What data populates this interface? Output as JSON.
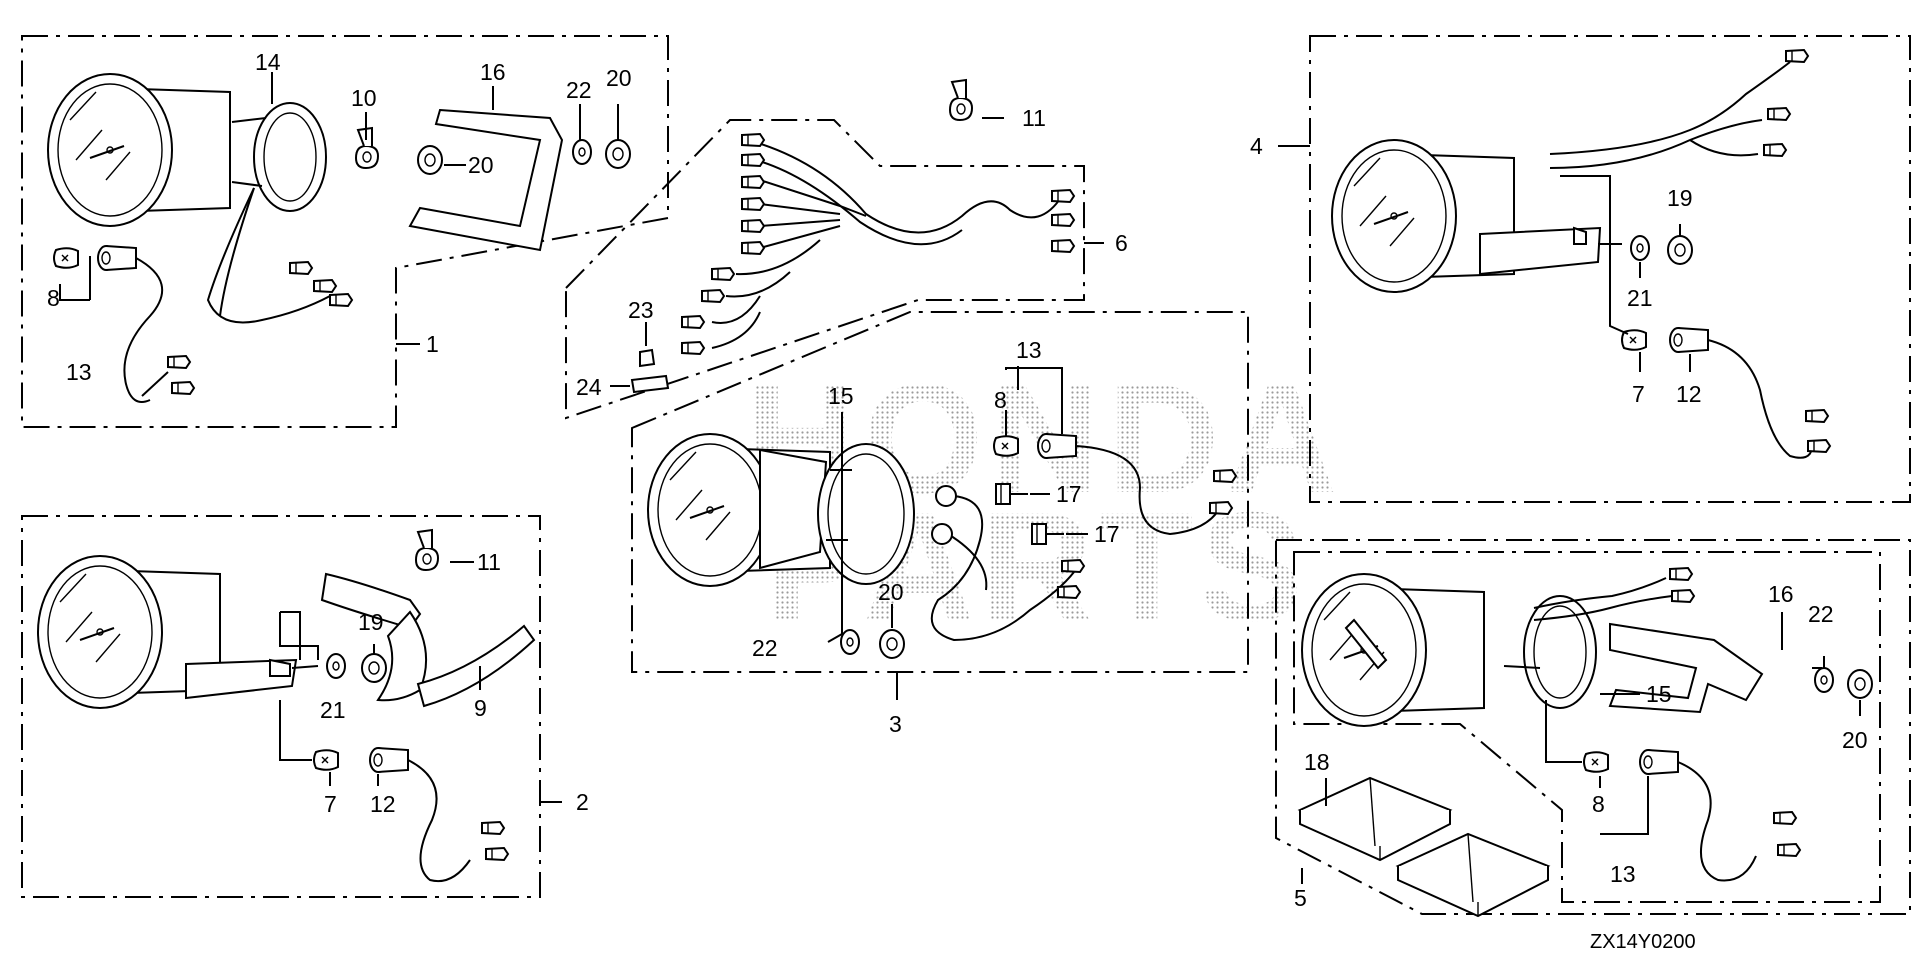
{
  "diagram": {
    "drawing_code": "ZX14Y0200",
    "watermark": [
      "HONDA",
      "PARTS"
    ],
    "callouts": {
      "g1": "1",
      "g2": "2",
      "g3": "3",
      "g4": "4",
      "g5": "5",
      "g6": "6",
      "p7a": "7",
      "p7b": "7",
      "p8a": "8",
      "p8b": "8",
      "p8c": "8",
      "p9": "9",
      "p10": "10",
      "p11a": "11",
      "p11b": "11",
      "p12a": "12",
      "p12b": "12",
      "p13a": "13",
      "p13b": "13",
      "p13c": "13",
      "p14": "14",
      "p15a": "15",
      "p15b": "15",
      "p16a": "16",
      "p16b": "16",
      "p17a": "17",
      "p17b": "17",
      "p18": "18",
      "p19a": "19",
      "p19b": "19",
      "p20a": "20",
      "p20b": "20",
      "p20c": "20",
      "p20d": "20",
      "p21a": "21",
      "p21b": "21",
      "p22a": "22",
      "p22b": "22",
      "p22c": "22",
      "p23": "23",
      "p24": "24"
    }
  }
}
